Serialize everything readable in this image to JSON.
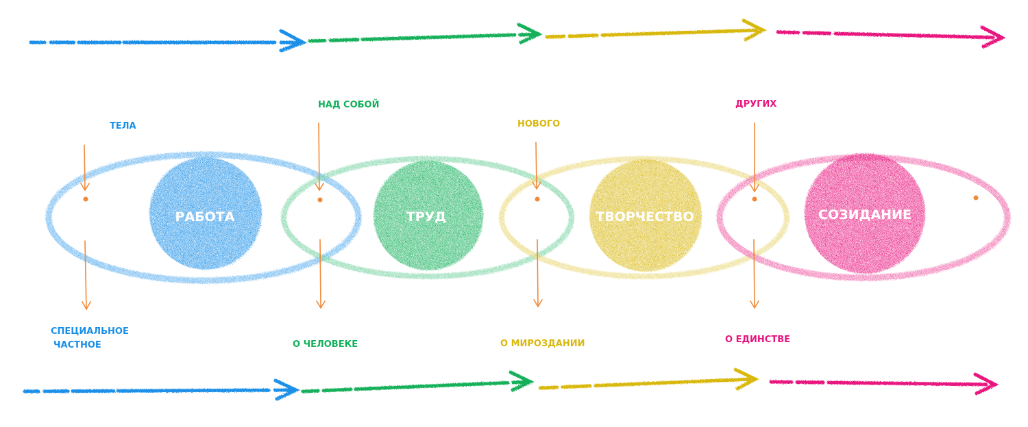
{
  "colors": {
    "blue": "#1a8fe8",
    "green": "#12b05a",
    "yellow": "#d9b80f",
    "pink": "#e8147e",
    "orange": "#f08a3a"
  },
  "stages": [
    {
      "id": "blue",
      "core": "РАБОТА"
    },
    {
      "id": "green",
      "core": "ТРУД"
    },
    {
      "id": "yellow",
      "core": "ТВОРЧЕСТВО"
    },
    {
      "id": "pink",
      "core": "СОЗИДАНИЕ"
    }
  ],
  "labels": {
    "tela": "ТЕЛА",
    "nad_soboy": "НАД СОБОЙ",
    "novogo": "НОВОГО",
    "drugikh": "ДРУГИХ",
    "specialnoe": "СПЕЦИАЛЬНОЕ",
    "chastnoe": "ЧАСТНОЕ",
    "o_cheloveke": "О ЧЕЛОВЕКЕ",
    "o_mirozdanii": "О МИРОЗДАНИИ",
    "o_edinstve": "О ЕДИНСТВЕ"
  }
}
